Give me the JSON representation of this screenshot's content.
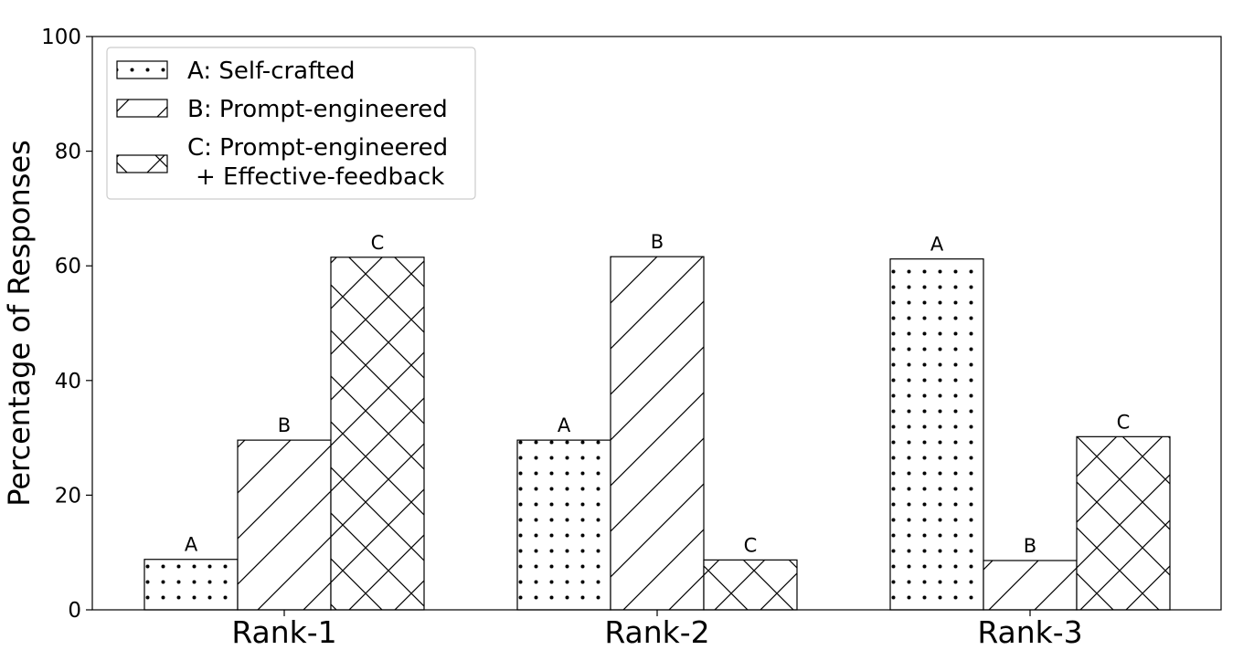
{
  "chart_data": {
    "type": "bar",
    "title": "",
    "xlabel": "",
    "ylabel": "Percentage of Responses",
    "ylim": [
      0,
      100
    ],
    "yticks": [
      0,
      20,
      40,
      60,
      80,
      100
    ],
    "grid": false,
    "categories": [
      "Rank-1",
      "Rank-2",
      "Rank-3"
    ],
    "series": [
      {
        "name": "A: Self-crafted",
        "bar_label": "A",
        "pattern": "dots",
        "values": [
          8.8,
          29.6,
          61.2
        ]
      },
      {
        "name": "B: Prompt-engineered",
        "bar_label": "B",
        "pattern": "diagonal",
        "values": [
          29.6,
          61.6,
          8.6
        ]
      },
      {
        "name_lines": [
          "C: Prompt-engineered",
          "+ Effective-feedback"
        ],
        "bar_label": "C",
        "pattern": "crosshatch",
        "values": [
          61.5,
          8.7,
          30.2
        ]
      }
    ],
    "legend": {
      "placement": "top-left"
    },
    "colors": {
      "bar_fill": "#ffffff",
      "bar_edge": "#000000",
      "hatch": "#000000"
    }
  }
}
